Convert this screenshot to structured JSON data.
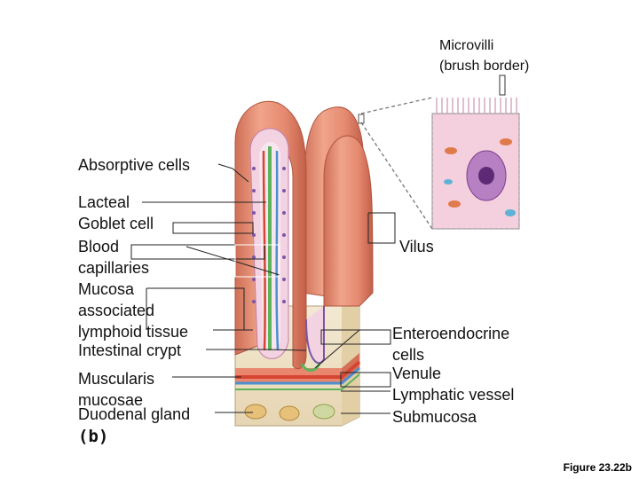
{
  "labels": {
    "microvilli_line1": "Microvilli",
    "microvilli_line2": "(brush border)",
    "absorptive_cells": "Absorptive cells",
    "lacteal": "Lacteal",
    "goblet_cell": "Goblet cell",
    "blood": "Blood",
    "capillaries": "capillaries",
    "mucosa": "Mucosa",
    "associated": "associated",
    "lymphoid_tissue": "lymphoid tissue",
    "intestinal_crypt": "Intestinal crypt",
    "muscularis": "Muscularis",
    "mucosae": "mucosae",
    "duodenal_gland": "Duodenal gland",
    "panel_letter": "(b)",
    "vilus": "Vilus",
    "enteroendocrine": "Enteroendocrine",
    "cells": "cells",
    "venule": "Venule",
    "lymphatic_vessel": "Lymphatic vessel",
    "submucosa": "Submucosa"
  },
  "figure_caption": "Figure 23.22b",
  "colors": {
    "villus_outer": "#e58a70",
    "villus_shade": "#c96650",
    "villus_light": "#f2b39c",
    "epithelium": "#f3d2e2",
    "nuclei": "#7b56a6",
    "capillary_red": "#d64533",
    "lacteal_green": "#5cb35c",
    "blood_blue": "#4c8fd0",
    "submucosa": "#f1e6cc",
    "leader": "#222222",
    "connector_gray": "#777777"
  }
}
